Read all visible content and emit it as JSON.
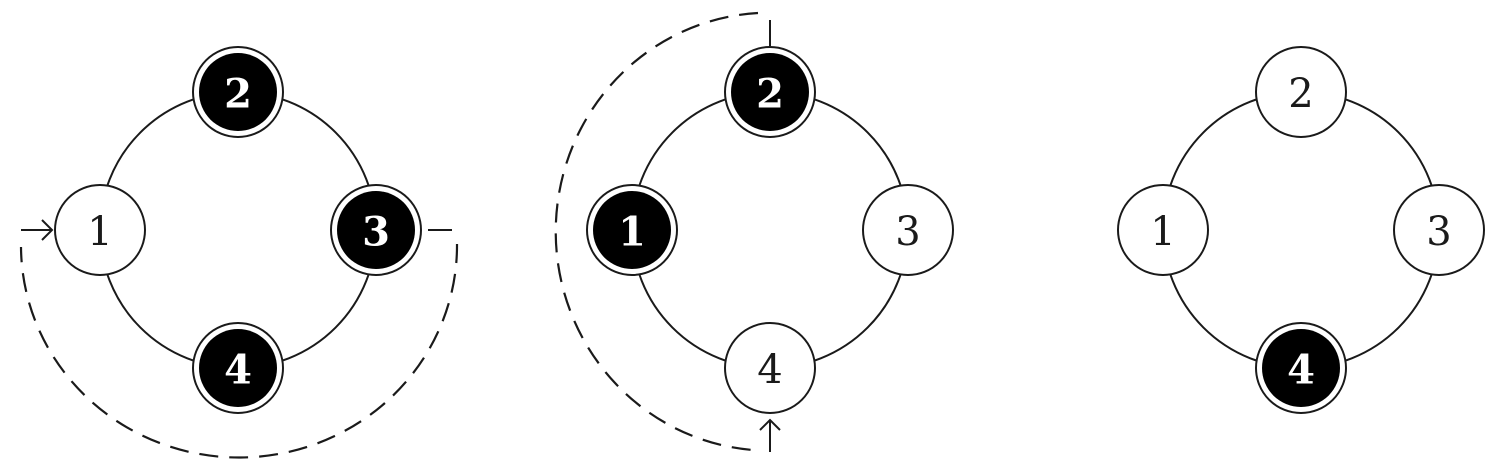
{
  "diagrams": [
    {
      "nodes": [
        {
          "label": "1",
          "filled": false
        },
        {
          "label": "2",
          "filled": true
        },
        {
          "label": "3",
          "filled": true
        },
        {
          "label": "4",
          "filled": true
        }
      ]
    },
    {
      "nodes": [
        {
          "label": "1",
          "filled": true
        },
        {
          "label": "2",
          "filled": true
        },
        {
          "label": "3",
          "filled": false
        },
        {
          "label": "4",
          "filled": false
        }
      ]
    },
    {
      "nodes": [
        {
          "label": "1",
          "filled": false
        },
        {
          "label": "2",
          "filled": false
        },
        {
          "label": "3",
          "filled": false
        },
        {
          "label": "4",
          "filled": true
        }
      ]
    }
  ]
}
